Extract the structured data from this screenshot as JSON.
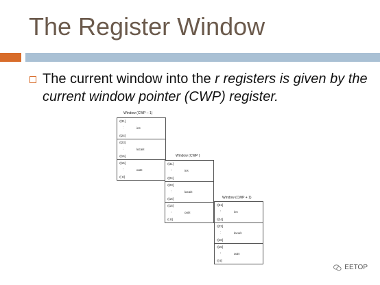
{
  "slide": {
    "title": "The Register Window",
    "bullet_plain": "The current window into the ",
    "bullet_italic": "r registers is given by the current window pointer (CWP) register."
  },
  "diagram": {
    "windows": [
      {
        "label": "Window (CWP – 1)",
        "rows": [
          {
            "top": "r[31]",
            "dots": ":",
            "name": "ins",
            "bottom": "r[24]"
          },
          {
            "top": "r[23]",
            "dots": ":",
            "name": "locals",
            "bottom": "r[16]"
          },
          {
            "top": "r[15]",
            "dots": ":",
            "name": "outs",
            "bottom": "r[ 8]"
          }
        ]
      },
      {
        "label": "Window (CWP )",
        "rows": [
          {
            "top": "r[31]",
            "dots": ":",
            "name": "ins",
            "bottom": "r[24]"
          },
          {
            "top": "r[23]",
            "dots": ":",
            "name": "locals",
            "bottom": "r[16]"
          },
          {
            "top": "r[15]",
            "dots": ":",
            "name": "outs",
            "bottom": "r[ 8]"
          }
        ]
      },
      {
        "label": "Window (CWP + 1)",
        "rows": [
          {
            "top": "r[31]",
            "dots": ":",
            "name": "ins",
            "bottom": "r[24]"
          },
          {
            "top": "r[23]",
            "dots": ":",
            "name": "locals",
            "bottom": "r[16]"
          },
          {
            "top": "r[15]",
            "dots": ":",
            "name": "outs",
            "bottom": "r[ 8]"
          }
        ]
      }
    ]
  },
  "watermark": {
    "text": "EETOP",
    "icon": "wechat-icon"
  },
  "colors": {
    "accent_orange": "#d86c2a",
    "accent_blue": "#a9c0d4",
    "title_color": "#6b5a4c"
  }
}
